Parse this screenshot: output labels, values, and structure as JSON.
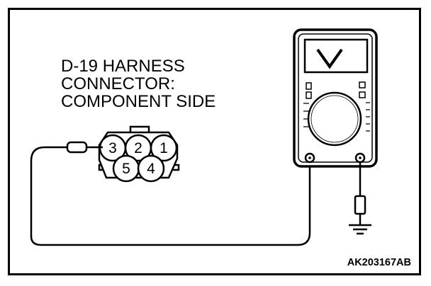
{
  "connector_label": {
    "line1": "D-19 HARNESS",
    "line2": "CONNECTOR:",
    "line3": "COMPONENT SIDE"
  },
  "connector": {
    "pins_top": [
      "3",
      "2",
      "1"
    ],
    "pins_bottom": [
      "5",
      "4"
    ],
    "probe_pin": "3"
  },
  "meter": {
    "display_symbol": "V",
    "icon": "voltmeter-icon"
  },
  "ground": {
    "icon": "ground-symbol-icon"
  },
  "figure_code": "AK203167AB"
}
